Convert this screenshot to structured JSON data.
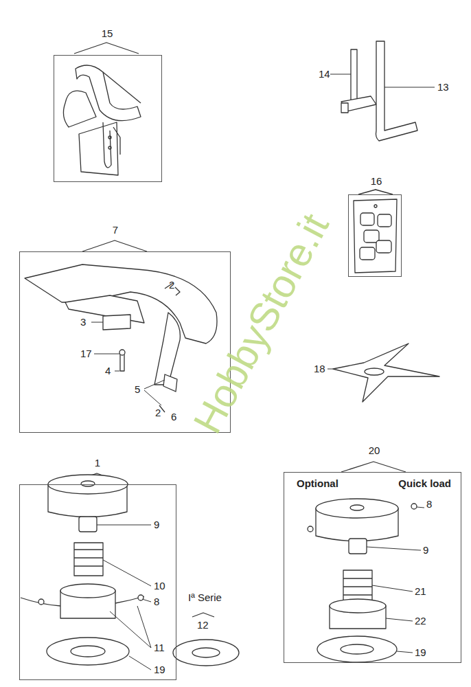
{
  "diagram": {
    "nodes": [
      {
        "text": [
          "15"
        ]
      },
      {
        "text": [
          "16"
        ]
      },
      {
        "text": [
          "7"
        ]
      },
      {
        "text": [
          "1"
        ]
      },
      {
        "text": [
          "20",
          "Optional",
          "Quick load"
        ]
      }
    ],
    "labels": [
      "14",
      "13",
      "2",
      "3",
      "17",
      "4",
      "5",
      "2",
      "6",
      "18",
      "9",
      "10",
      "8",
      "11",
      "19",
      "Iª Serie",
      "12",
      "8",
      "9",
      "21",
      "22",
      "19",
      "HobbyStore.it"
    ]
  }
}
